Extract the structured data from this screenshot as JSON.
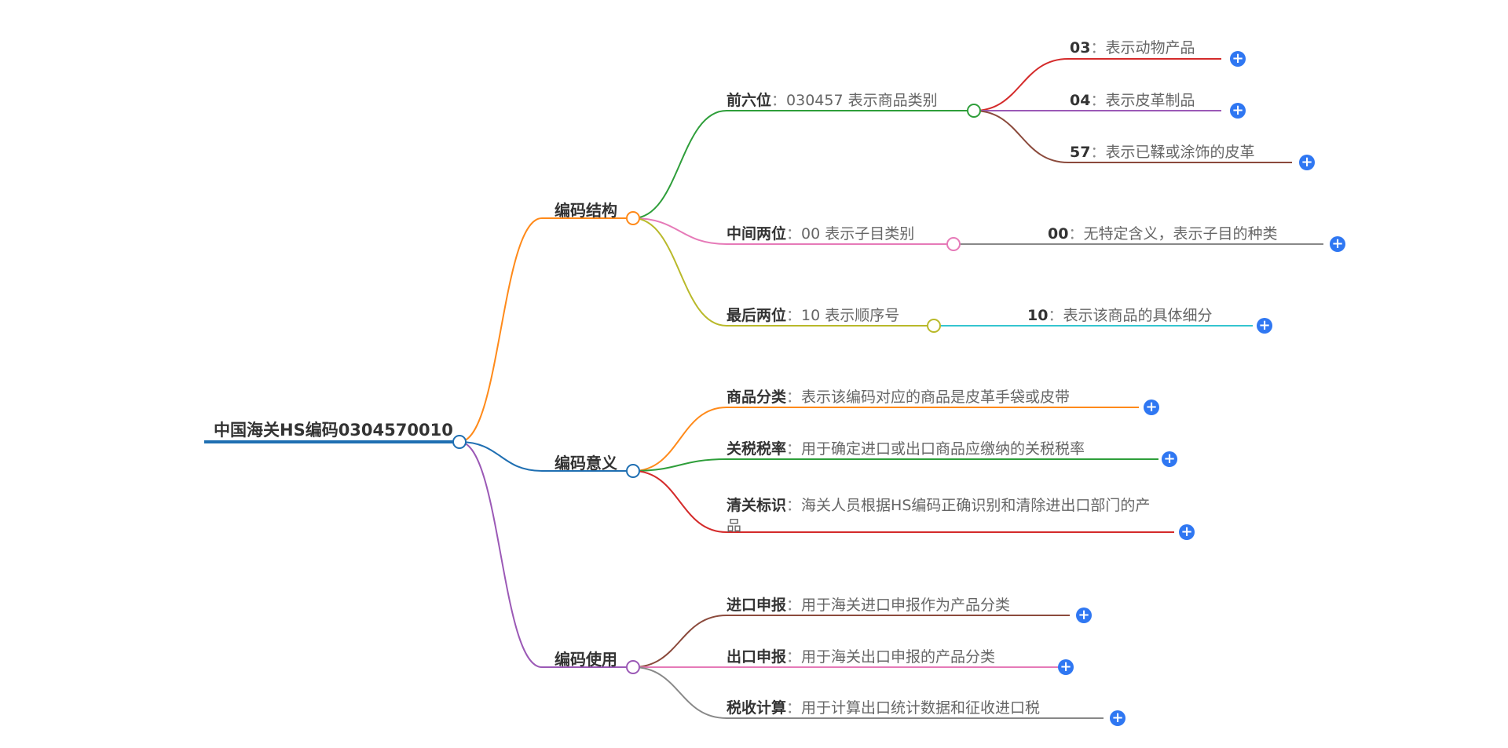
{
  "root": {
    "label": "中国海关HS编码0304570010",
    "color": "#1f6fb2"
  },
  "branches": [
    {
      "id": "structure",
      "label": "编码结构",
      "color": "#ff8a1a",
      "children": [
        {
          "key": "前六位",
          "sep": "：",
          "value": "030457 表示商品类别",
          "color": "#2e9e3a",
          "children": [
            {
              "key": "03",
              "sep": "：",
              "value": "表示动物产品",
              "color": "#d42a2a"
            },
            {
              "key": "04",
              "sep": "：",
              "value": "表示皮革制品",
              "color": "#9b59b6"
            },
            {
              "key": "57",
              "sep": "：",
              "value": "表示已鞣或涂饰的皮革",
              "color": "#8b4a3c"
            }
          ]
        },
        {
          "key": "中间两位",
          "sep": "：",
          "value": "00 表示子目类别",
          "color": "#e67ab8",
          "children": [
            {
              "key": "00",
              "sep": "：",
              "value": "无特定含义，表示子目的种类",
              "color": "#888888"
            }
          ]
        },
        {
          "key": "最后两位",
          "sep": "：",
          "value": "10 表示顺序号",
          "color": "#b9b92a",
          "children": [
            {
              "key": "10",
              "sep": "：",
              "value": "表示该商品的具体细分",
              "color": "#35c5d0"
            }
          ]
        }
      ]
    },
    {
      "id": "meaning",
      "label": "编码意义",
      "color": "#1f6fb2",
      "children": [
        {
          "key": "商品分类",
          "sep": "：",
          "value": "表示该编码对应的商品是皮革手袋或皮带",
          "color": "#ff8a1a"
        },
        {
          "key": "关税税率",
          "sep": "：",
          "value": "用于确定进口或出口商品应缴纳的关税税率",
          "color": "#2e9e3a"
        },
        {
          "key": "清关标识",
          "sep": "：",
          "value": "海关人员根据HS编码正确识别和清除进出口部门的产品",
          "color": "#d42a2a"
        }
      ]
    },
    {
      "id": "usage",
      "label": "编码使用",
      "color": "#9b59b6",
      "children": [
        {
          "key": "进口申报",
          "sep": "：",
          "value": "用于海关进口申报作为产品分类",
          "color": "#8b4a3c"
        },
        {
          "key": "出口申报",
          "sep": "：",
          "value": "用于海关出口申报的产品分类",
          "color": "#e67ab8"
        },
        {
          "key": "税收计算",
          "sep": "：",
          "value": "用于计算出口统计数据和征收进口税",
          "color": "#888888"
        }
      ]
    }
  ],
  "expand_icon": "plus-circle-icon",
  "expand_symbol": "+"
}
